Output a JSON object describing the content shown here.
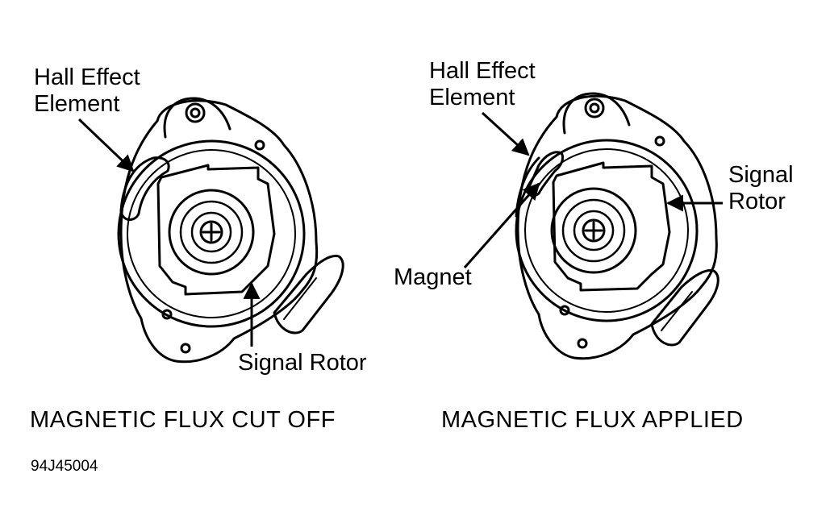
{
  "left_panel": {
    "hall_label": [
      "Hall Effect",
      "Element"
    ],
    "rotor_label": "Signal Rotor",
    "caption": "MAGNETIC FLUX CUT OFF"
  },
  "right_panel": {
    "hall_label": [
      "Hall Effect",
      "Element"
    ],
    "magnet_label": "Magnet",
    "rotor_label": [
      "Signal",
      "Rotor"
    ],
    "caption": "MAGNETIC FLUX APPLIED"
  },
  "figure_id": "94J45004"
}
